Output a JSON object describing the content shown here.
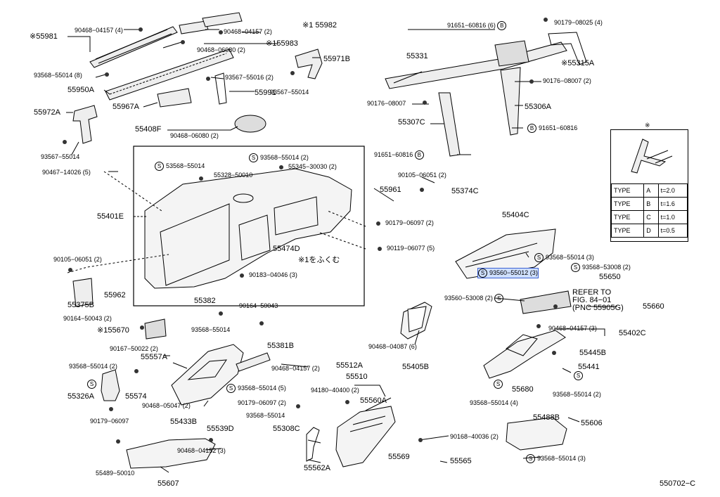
{
  "labels": {
    "p55981": "※55981",
    "p90468_04157_4": "90468−04157 (4)",
    "p155982": "※1 55982",
    "p90468_04157_2a": "90468−04157 (2)",
    "p155983": "※155983",
    "p90468_06080_2a": "90468−06080 (2)",
    "p55971B": "55971B",
    "p93568_55014_8": "93568−55014 (8)",
    "p93567_55016_2": "93567−55016 (2)",
    "p55950A": "55950A",
    "p55991": "55991",
    "p93567_55014a": "93567−55014",
    "p55967A": "55967A",
    "p55972A": "55972A",
    "p55408F": "55408F",
    "p90468_06080_2b": "90468−06080 (2)",
    "p93567_55014b": "93567−55014",
    "p53568_55014": "53568−55014",
    "p93568_55014_2a": "93568−55014 (2)",
    "p90467_14026_5": "90467−14026 (5)",
    "p55328_50010": "55328−50010",
    "p55345_30030_2": "55345−30030 (2)",
    "p55401E": "55401E",
    "p55474D": "55474D",
    "p1incl": "※1をふくむ",
    "p90183_04046_3": "90183−04046 (3)",
    "p90179_06097_2": "90179−06097 (2)",
    "p90119_06077_5": "90119−06077 (5)",
    "p90105_06051_2a": "90105−06051 (2)",
    "p55962": "55962",
    "p55375B": "55375B",
    "p91651_60816_6": "91651−60816 (6)",
    "p90179_08025_4": "90179−08025 (4)",
    "p55331": "55331",
    "p55315A": "※55315A",
    "p90176_08007_2": "90176−08007 (2)",
    "p90176_08007": "90176−08007",
    "p55306A": "55306A",
    "p55307C": "55307C",
    "p91651_60816a": "91651−60816",
    "p91651_60816b": "91651−60816",
    "p90105_06051_2b": "90105−06051 (2)",
    "p55961": "55961",
    "p55374C": "55374C",
    "p55404C": "55404C",
    "p93568_55014_3a": "93568−55014 (3)",
    "p93568_53008_2": "93568−53008 (2)",
    "p93560_55012_3": "93560−55012 (3)",
    "p55650": "55650",
    "p93560_53008_2": "93560−53008 (2)",
    "pRefer1": "REFER TO",
    "pRefer2": "FIG. 84−01",
    "pRefer3": "(PNC 55905G)",
    "p55660": "55660",
    "p55382": "55382",
    "p90164_50043a": "90164−50043",
    "p90164_50043_2": "90164−50043 (2)",
    "p93568_55014a": "93568−55014",
    "p155670": "※155670",
    "p55381B": "55381B",
    "p90468_04087_6": "90468−04087 (6)",
    "p55405B": "55405B",
    "p90468_04157_3": "90468−04157 (3)",
    "p55402C": "55402C",
    "p55445B": "55445B",
    "p90167_50022_2": "90167−50022 (2)",
    "p55557A": "55557A",
    "p90468_04157_2b": "90468−04157 (2)",
    "p55512A": "55512A",
    "p93568_55014_2b": "93568−55014 (2)",
    "p55326A": "55326A",
    "p55574": "55574",
    "p90468_05047_2": "90468−05047 (2)",
    "p93568_55014_5": "93568−55014 (5)",
    "p55510": "55510",
    "p94180_40400_2": "94180−40400 (2)",
    "p55560A": "55560A",
    "p90179_06097_2b": "90179−06097 (2)",
    "p93568_55014b": "93568−55014",
    "p55441": "55441",
    "p55680": "55680",
    "p93568_55014_4": "93568−55014 (4)",
    "p93568_55014_2c": "93568−55014 (2)",
    "p90179_06097": "90179−06097",
    "p55433B": "55433B",
    "p55539D": "55539D",
    "p55308C": "55308C",
    "p55488B": "55488B",
    "p55606": "55606",
    "p90168_40036_2": "90168−40036 (2)",
    "p55562A": "55562A",
    "p55569": "55569",
    "p55565": "55565",
    "p93568_55014_3b": "93568−55014 (3)",
    "p55489_50010": "55489−50010",
    "p90468_04152_3": "90468−04152 (3)",
    "p55607": "55607",
    "p550702C": "550702−C"
  },
  "encircled": {
    "b": "B",
    "s": "S"
  },
  "type_table": {
    "note": "※",
    "rows": [
      {
        "type": "TYPE",
        "code": "A",
        "thickness": "t=2.0"
      },
      {
        "type": "TYPE",
        "code": "B",
        "thickness": "t=1.6"
      },
      {
        "type": "TYPE",
        "code": "C",
        "thickness": "t=1.0"
      },
      {
        "type": "TYPE",
        "code": "D",
        "thickness": "t=0.5"
      }
    ]
  }
}
